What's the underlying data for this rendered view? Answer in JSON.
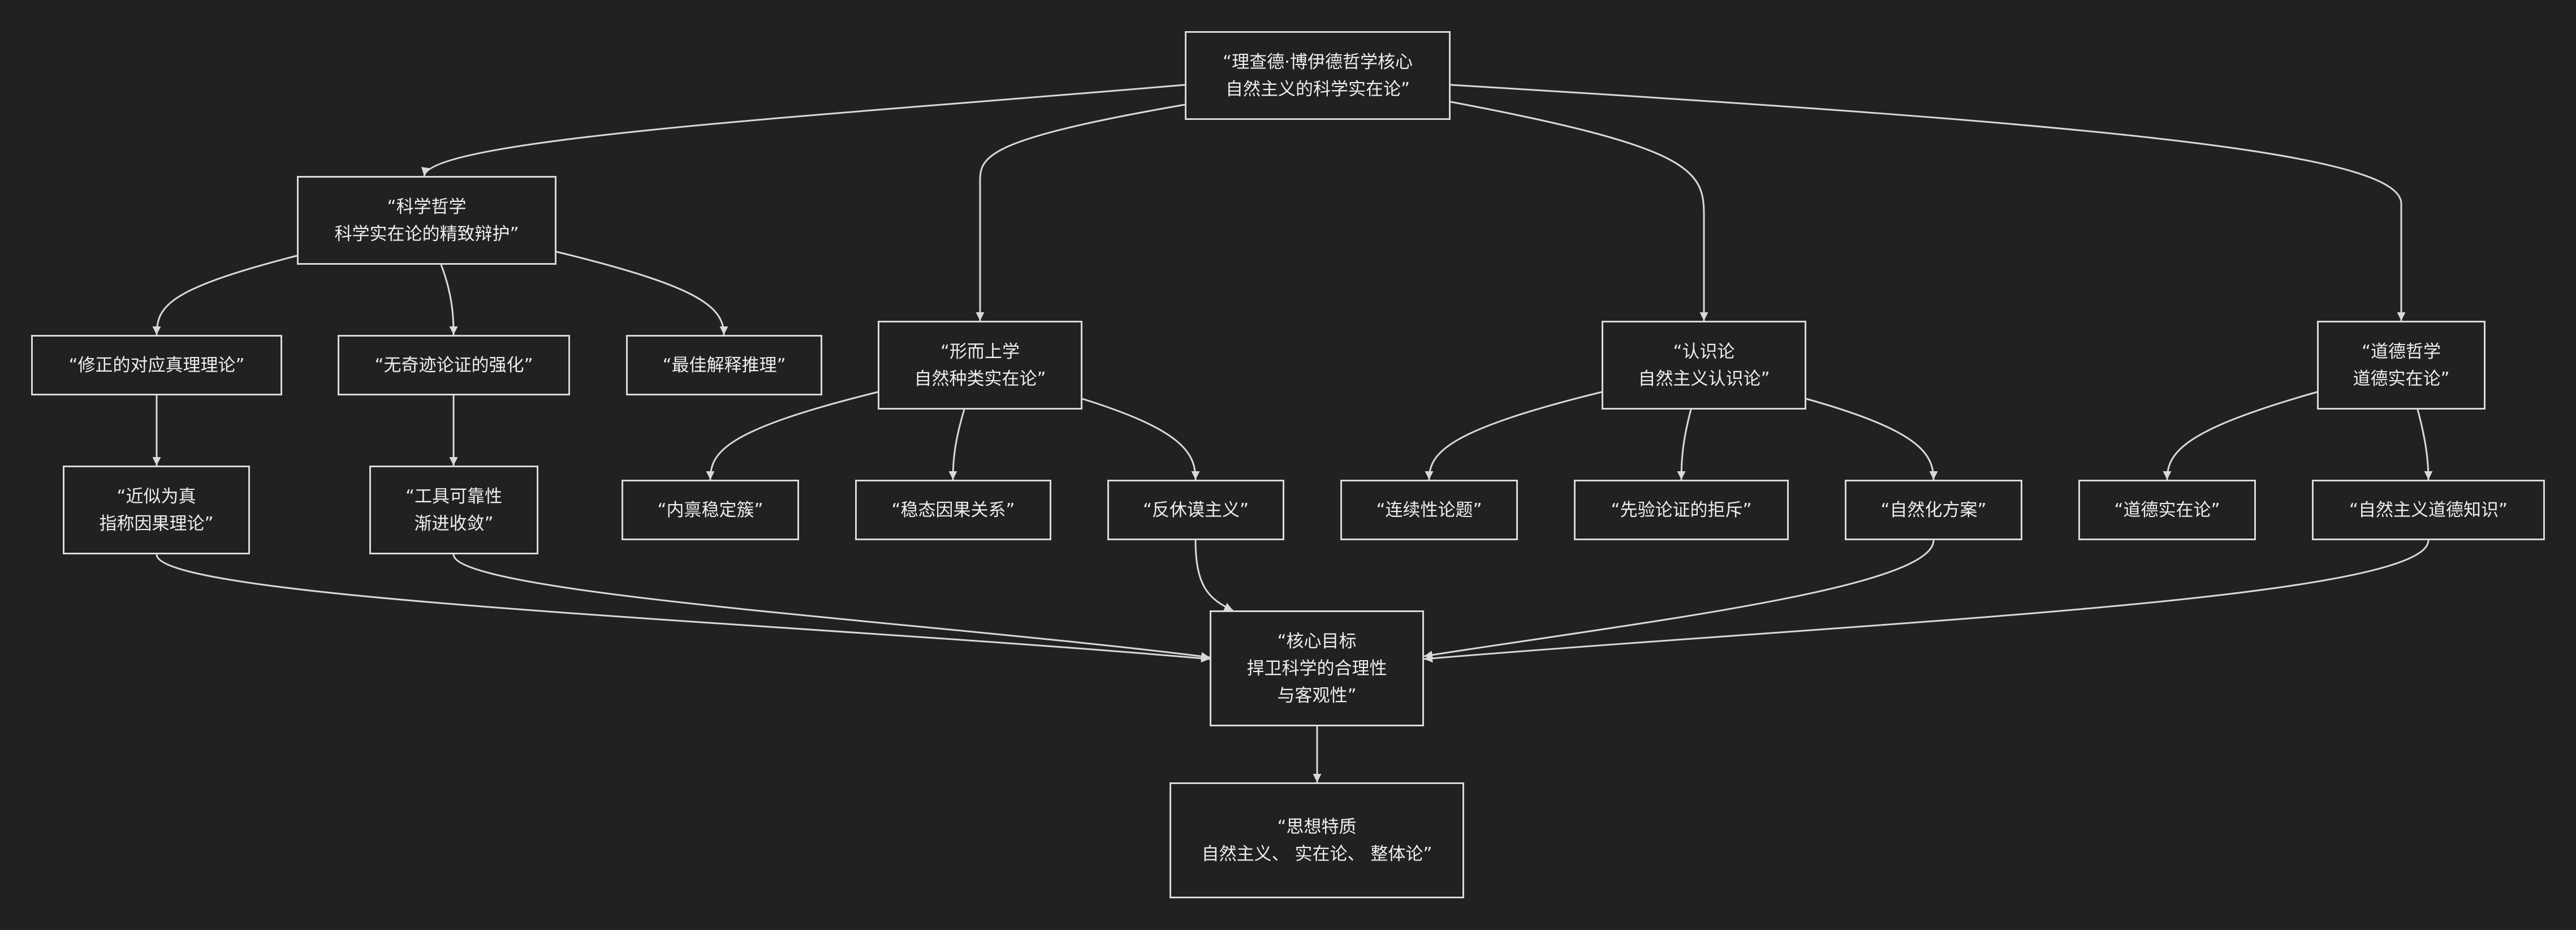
{
  "nodes": {
    "root": "“理查德·博伊德哲学核心\n自然主义的科学实在论”",
    "science": "“科学哲学\n科学实在论的精致辩护”",
    "metaphysics": "“形而上学\n自然种类实在论”",
    "epistemology": "“认识论\n自然主义认识论”",
    "moral": "“道德哲学\n道德实在论”",
    "correspondence": "“修正的对应真理理论”",
    "no_miracles": "“无奇迹论证的强化”",
    "ibe": "“最佳解释推理”",
    "approx_truth": "“近似为真\n指称因果理论”",
    "tool_reliability": "“工具可靠性\n渐进收敛”",
    "intrinsic_cluster": "“内禀稳定簇”",
    "homeostatic": "“稳态因果关系”",
    "anti_humean": "“反休谟主义”",
    "continuity": "“连续性论题”",
    "apriori_rejection": "“先验论证的拒斥”",
    "naturalized_program": "“自然化方案”",
    "moral_realism": "“道德实在论”",
    "natural_moral_knowledge": "“自然主义道德知识”",
    "core_goal": "“核心目标\n捍卫科学的合理性\n与客观性”",
    "traits": "“思想特质\n自然主义、 实在论、 整体论”"
  }
}
